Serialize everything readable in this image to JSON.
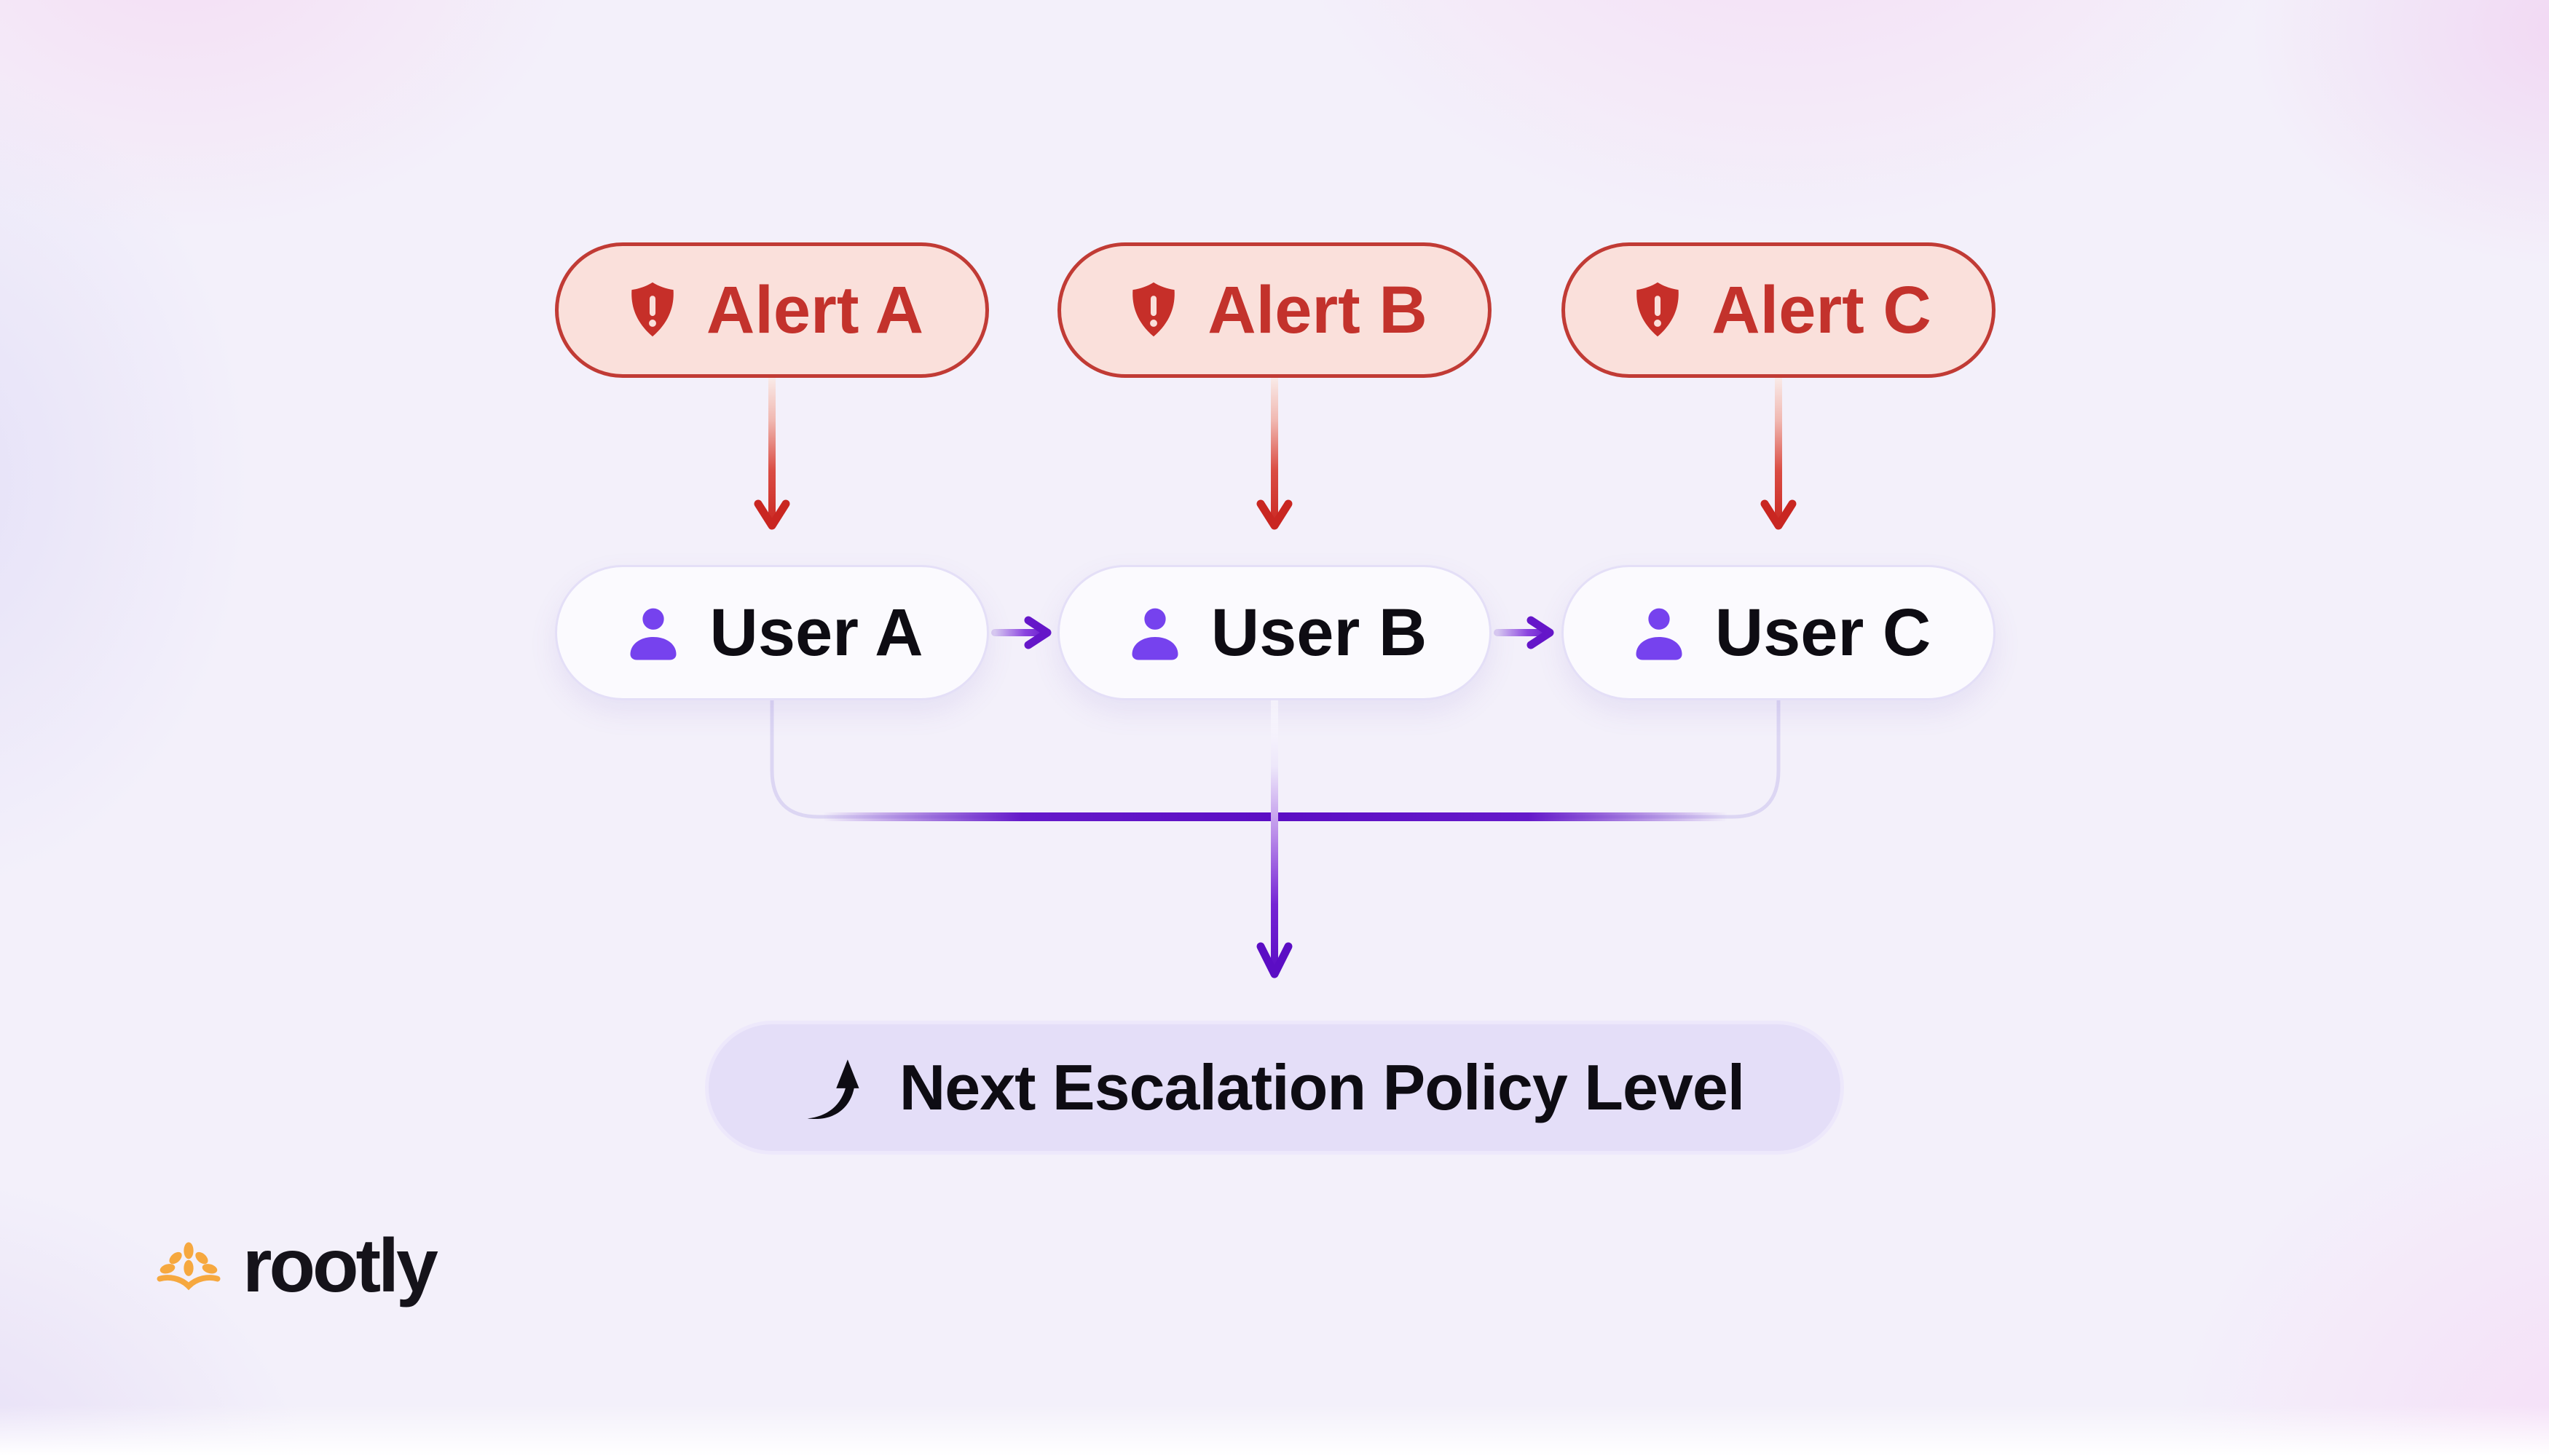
{
  "alerts": [
    {
      "label": "Alert A"
    },
    {
      "label": "Alert B"
    },
    {
      "label": "Alert C"
    }
  ],
  "users": [
    {
      "label": "User A"
    },
    {
      "label": "User B"
    },
    {
      "label": "User C"
    }
  ],
  "escalation": {
    "label": "Next Escalation Policy Level"
  },
  "logo": {
    "text": "rootly"
  },
  "icons": {
    "alert": "shield-exclamation-icon",
    "user": "person-icon",
    "escalation": "curved-up-arrow-icon",
    "logo": "rootly-sprout-icon"
  },
  "colors": {
    "background_base": "#F3F0FA",
    "alert_bg": "#FAE0DB",
    "alert_border": "#C13B35",
    "alert_text": "#C3322C",
    "alert_icon_red": "#C62F29",
    "arrow_red": "#C92621",
    "user_pill_bg": "#FBFAFE",
    "user_pill_border": "#E4DFF7",
    "user_icon_purple": "#7642EE",
    "arrow_purple_dark": "#5B0DC4",
    "bracket_lavender": "#DCD6F3",
    "escalation_bg": "#E4DEF8",
    "escalation_text": "#0E0C13",
    "logo_orange": "#F6A83F",
    "logo_text_color": "#15131A"
  }
}
